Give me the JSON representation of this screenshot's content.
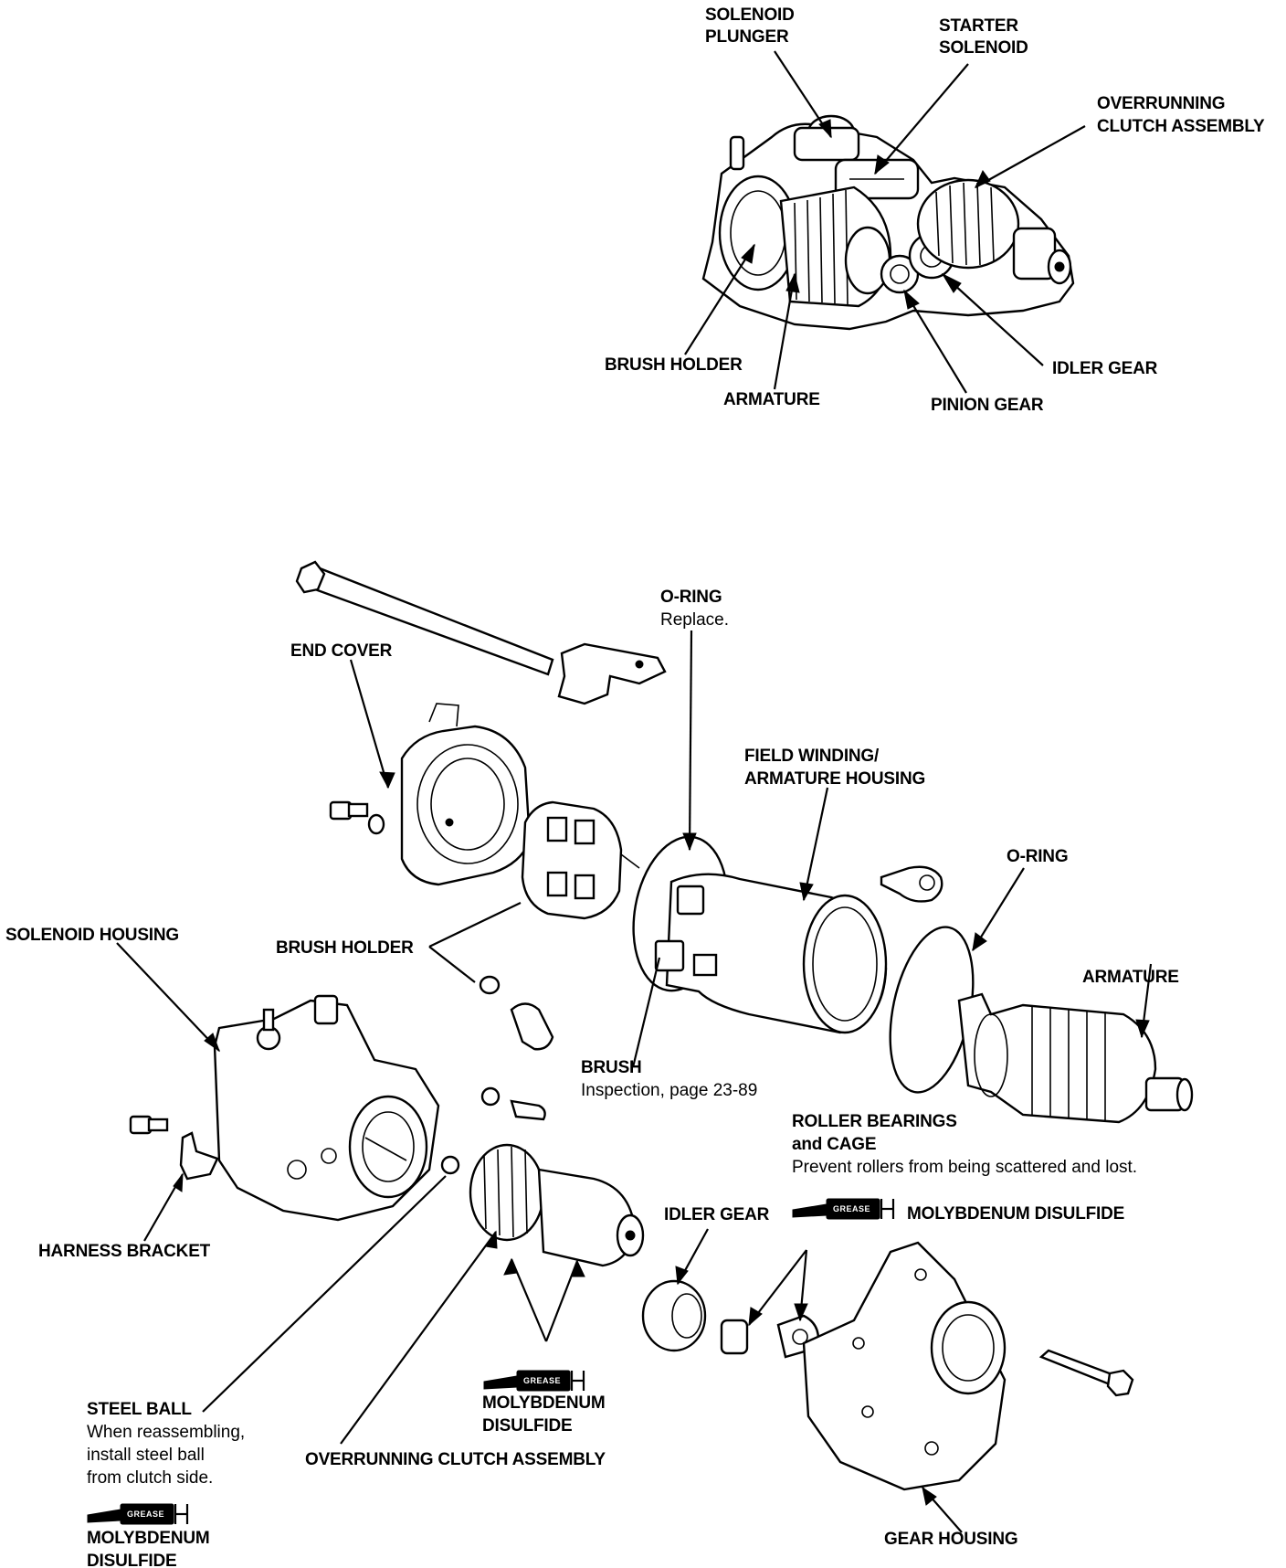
{
  "top_diagram": {
    "labels": {
      "solenoid_plunger_1": "SOLENOID",
      "solenoid_plunger_2": "PLUNGER",
      "starter_solenoid_1": "STARTER",
      "starter_solenoid_2": "SOLENOID",
      "overrunning_clutch_1": "OVERRUNNING",
      "overrunning_clutch_2": "CLUTCH ASSEMBLY",
      "brush_holder": "BRUSH HOLDER",
      "armature": "ARMATURE",
      "idler_gear": "IDLER GEAR",
      "pinion_gear": "PINION GEAR"
    }
  },
  "exploded_diagram": {
    "labels": {
      "o_ring_top": "O-RING",
      "o_ring_top_note": "Replace.",
      "end_cover": "END COVER",
      "field_winding_1": "FIELD WINDING/",
      "field_winding_2": "ARMATURE HOUSING",
      "o_ring_right": "O-RING",
      "solenoid_housing": "SOLENOID HOUSING",
      "brush_holder": "BRUSH HOLDER",
      "armature": "ARMATURE",
      "brush": "BRUSH",
      "brush_note": "Inspection, page 23-89",
      "roller_bearings_1": "ROLLER BEARINGS",
      "roller_bearings_2": "and CAGE",
      "roller_bearings_note": "Prevent rollers from being scattered and lost.",
      "idler_gear": "IDLER GEAR",
      "moly_right": "MOLYBDENUM DISULFIDE",
      "harness_bracket": "HARNESS BRACKET",
      "steel_ball": "STEEL BALL",
      "steel_ball_note_1": "When reassembling,",
      "steel_ball_note_2": "install steel ball",
      "steel_ball_note_3": "from clutch side.",
      "moly_mid_1": "MOLYBDENUM",
      "moly_mid_2": "DISULFIDE",
      "overrunning_clutch": "OVERRUNNING CLUTCH ASSEMBLY",
      "moly_left_1": "MOLYBDENUM",
      "moly_left_2": "DISULFIDE",
      "gear_housing": "GEAR HOUSING"
    },
    "grease_tag": "GREASE"
  }
}
